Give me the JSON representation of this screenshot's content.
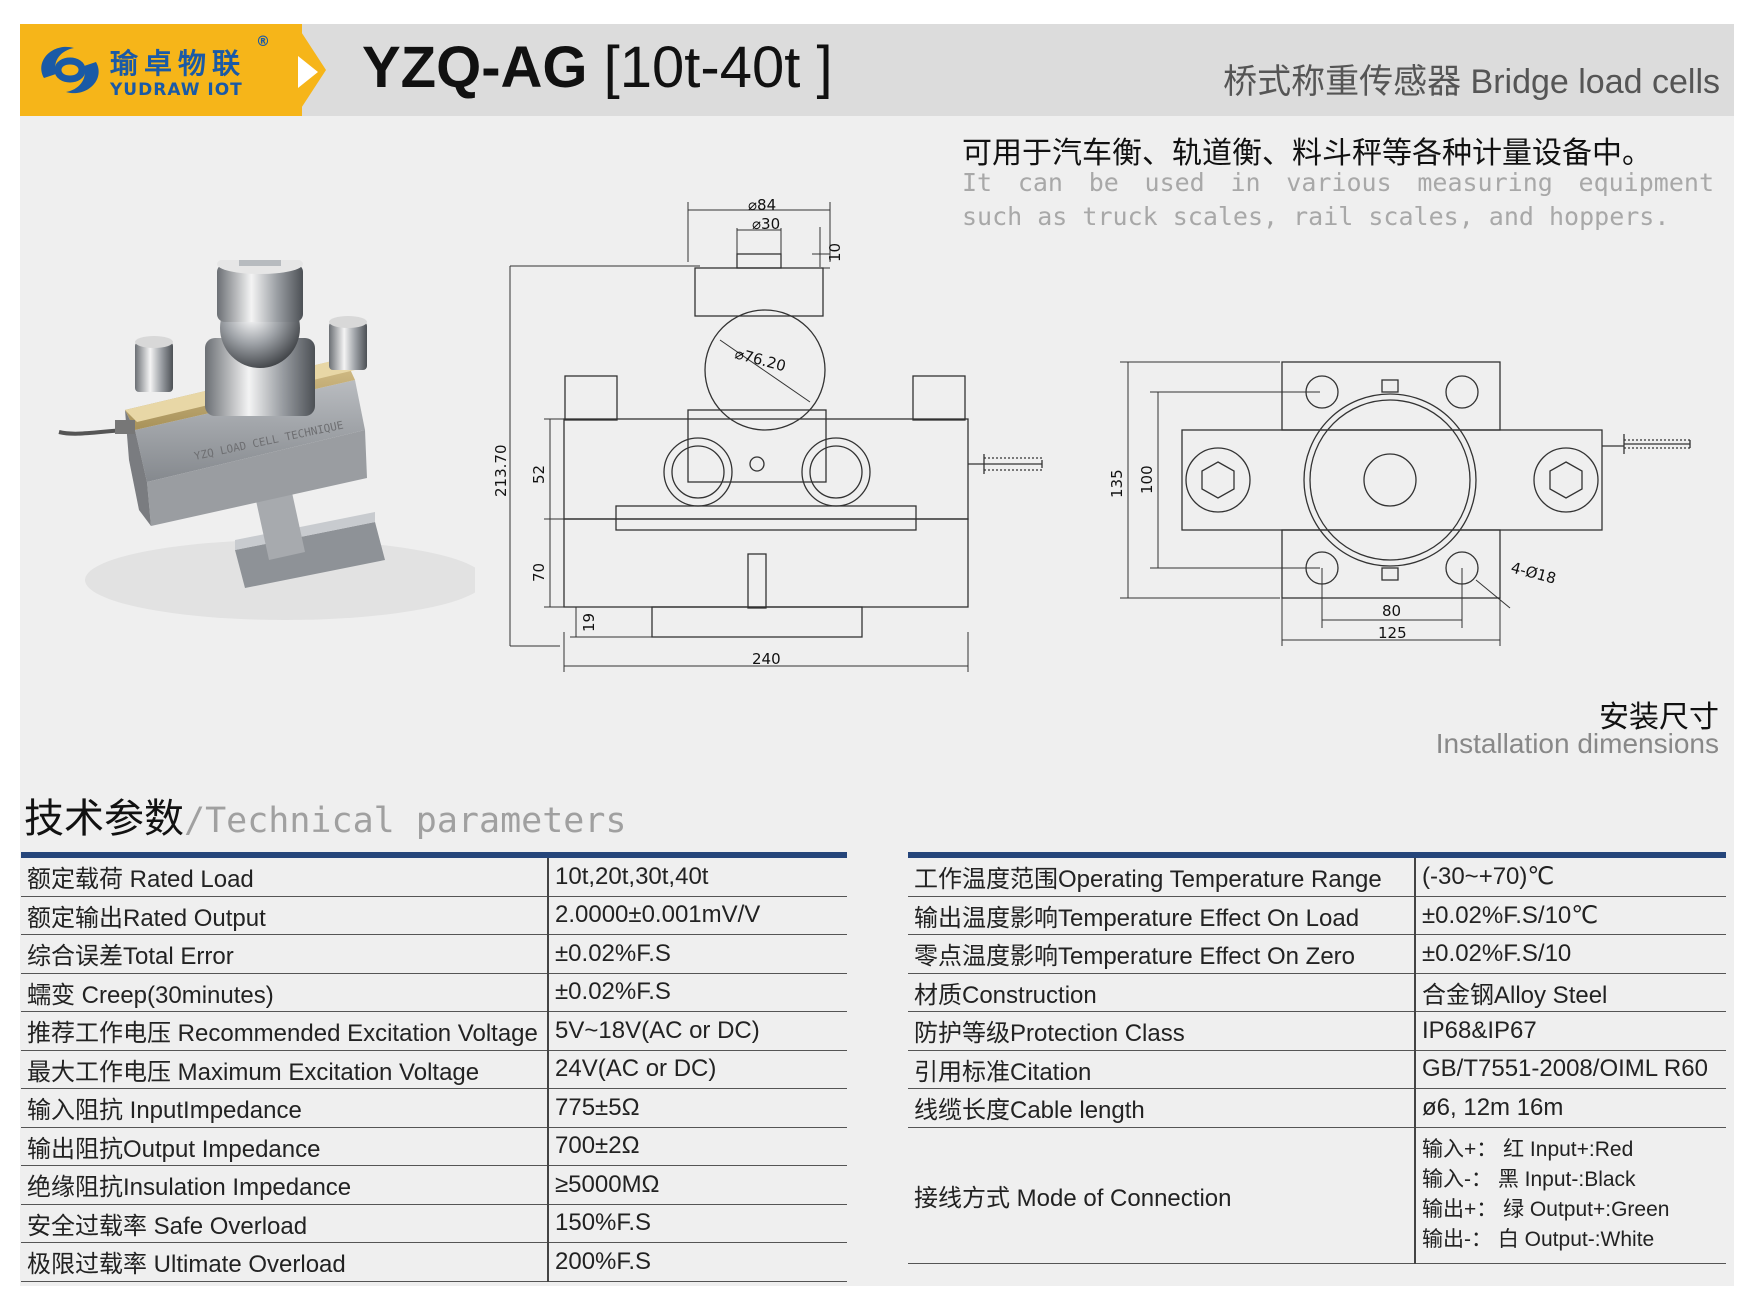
{
  "header": {
    "brand_cn": "瑜卓物联",
    "brand_reg": "®",
    "brand_en": "YUDRAW IOT",
    "model_bold": "YZQ-AG",
    "model_range": "[10t-40t ]",
    "subtitle": "桥式称重传感器 Bridge load cells"
  },
  "usage": {
    "cn": "可用于汽车衡、轨道衡、料斗秤等各种计量设备中。",
    "en": "It can be used in various measuring equipment such as truck scales, rail scales, and hoppers."
  },
  "product_label": "YZQ LOAD CELL TECHNIQUE",
  "front_view": {
    "dim_84": "84",
    "dim_30": "30",
    "dim_10": "10",
    "dim_76": "76.20",
    "dim_213": "213.70",
    "dim_52": "52",
    "dim_70": "70",
    "dim_19": "19",
    "dim_240": "240"
  },
  "top_view": {
    "dim_135": "135",
    "dim_100": "100",
    "dim_80": "80",
    "dim_125": "125",
    "dim_holes": "4-Ø18"
  },
  "install": {
    "cn": "安装尺寸",
    "en": "Installation dimensions"
  },
  "tech": {
    "cn": "技术参数",
    "en": "/Technical parameters"
  },
  "left_table": [
    {
      "k": "额定载荷 Rated Load",
      "v": "10t,20t,30t,40t"
    },
    {
      "k": "额定输出Rated Output",
      "v": "2.0000±0.001mV/V"
    },
    {
      "k": "综合误差Total Error",
      "v": "±0.02%F.S"
    },
    {
      "k": "蠕变 Creep(30minutes)",
      "v": "±0.02%F.S"
    },
    {
      "k": "推荐工作电压 Recommended Excitation Voltage",
      "v": "5V~18V(AC or DC)"
    },
    {
      "k": "最大工作电压 Maximum Excitation Voltage",
      "v": "24V(AC or DC)"
    },
    {
      "k": "输入阻抗 InputImpedance",
      "v": "775±5Ω"
    },
    {
      "k": "输出阻抗Output Impedance",
      "v": "700±2Ω"
    },
    {
      "k": "绝缘阻抗Insulation Impedance",
      "v": "≥5000MΩ"
    },
    {
      "k": "安全过载率 Safe Overload",
      "v": "150%F.S"
    },
    {
      "k": "极限过载率 Ultimate Overload",
      "v": "200%F.S"
    }
  ],
  "right_table": [
    {
      "k": "工作温度范围Operating Temperature Range",
      "v": "(-30~+70)℃"
    },
    {
      "k": "输出温度影响Temperature Effect On Load",
      "v": "±0.02%F.S/10℃"
    },
    {
      "k": "零点温度影响Temperature Effect On Zero",
      "v": "±0.02%F.S/10"
    },
    {
      "k": "材质Construction",
      "v": "合金钢Alloy Steel"
    },
    {
      "k": "防护等级Protection Class",
      "v": "IP68&IP67"
    },
    {
      "k": "引用标准Citation",
      "v": "GB/T7551-2008/OIML R60"
    },
    {
      "k": "线缆长度Cable length",
      "v": "ø6, 12m 16m"
    }
  ],
  "connection": {
    "k": "接线方式 Mode of Connection",
    "lines": [
      "输入+： 红 Input+:Red",
      "输入-： 黑 Input-:Black",
      "输出+： 绿 Output+:Green",
      "输出-： 白 Output-:White"
    ]
  }
}
